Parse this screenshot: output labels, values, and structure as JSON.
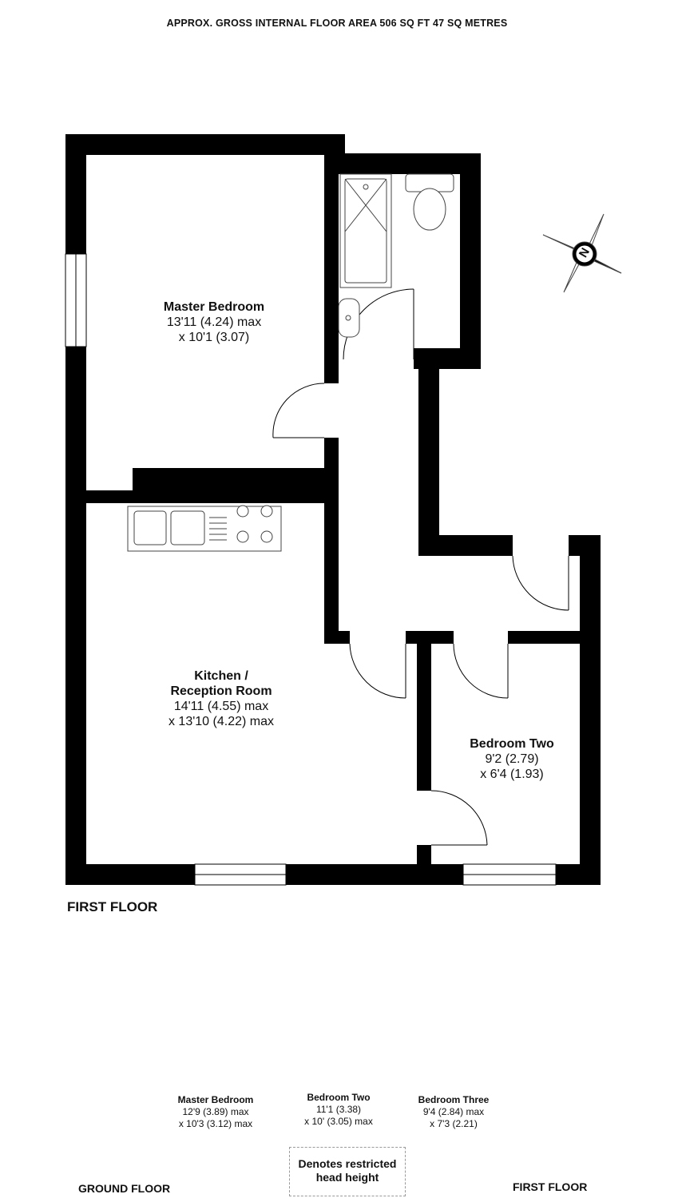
{
  "header": {
    "area_text": "APPROX. GROSS INTERNAL FLOOR AREA 506 SQ FT 47 SQ METRES"
  },
  "compass": {
    "letter": "N"
  },
  "rooms": {
    "master": {
      "name": "Master Bedroom",
      "dim1": "13'11 (4.24) max",
      "dim2": "x 10'1 (3.07)"
    },
    "kitchen": {
      "name1": "Kitchen /",
      "name2": "Reception Room",
      "dim1": "14'11 (4.55) max",
      "dim2": "x 13'10 (4.22) max"
    },
    "bedroom_two": {
      "name": "Bedroom Two",
      "dim1": "9'2 (2.79)",
      "dim2": "x 6'4 (1.93)"
    }
  },
  "floor_label": "FIRST FLOOR",
  "summary": {
    "master": {
      "name": "Master Bedroom",
      "dim1": "12'9 (3.89) max",
      "dim2": "x 10'3 (3.12) max"
    },
    "bedroom_two": {
      "name": "Bedroom Two",
      "dim1": "11'1 (3.38)",
      "dim2": "x 10' (3.05) max"
    },
    "bedroom_three": {
      "name": "Bedroom Three",
      "dim1": "9'4 (2.84) max",
      "dim2": "x 7'3 (2.21)"
    }
  },
  "legend": {
    "line1": "Denotes restricted",
    "line2": "head height"
  },
  "footer": {
    "ground": "GROUND FLOOR",
    "first": "FIRST FLOOR"
  }
}
